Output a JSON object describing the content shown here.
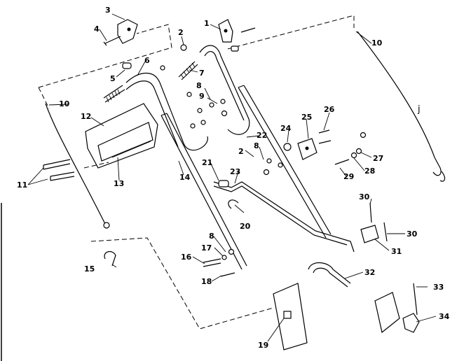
{
  "callouts": {
    "c1": "1",
    "c2a": "2",
    "c2b": "2",
    "c3": "3",
    "c4": "4",
    "c5": "5",
    "c6": "6",
    "c7": "7",
    "c8a": "8",
    "c8b": "8",
    "c8c": "8",
    "c9": "9",
    "c10a": "10",
    "c10b": "10",
    "c11": "11",
    "c12": "12",
    "c13": "13",
    "c14": "14",
    "c15": "15",
    "c16": "16",
    "c17": "17",
    "c18": "18",
    "c19": "19",
    "c20": "20",
    "c21": "21",
    "c22": "22",
    "c23": "23",
    "c24": "24",
    "c25": "25",
    "c26": "26",
    "c27": "27",
    "c28": "28",
    "c29": "29",
    "c30a": "30",
    "c30b": "30",
    "c31": "31",
    "c32": "32",
    "c33": "33",
    "c34": "34"
  },
  "stray_mark": "j"
}
